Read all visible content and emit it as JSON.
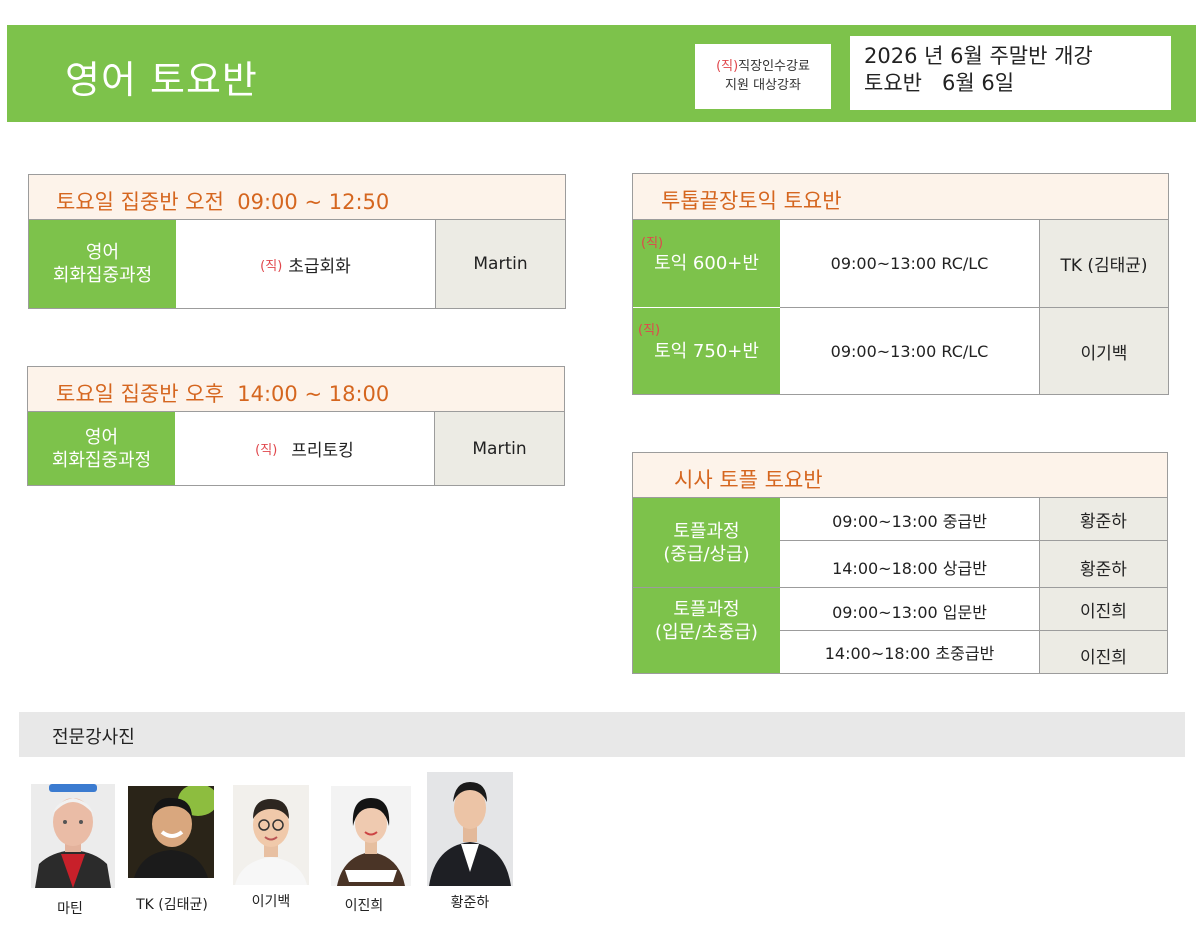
{
  "header": {
    "title": "영어 토요반",
    "support_mark": "(직)",
    "support_line1": "직장인수강료",
    "support_line2": "지원 대상강좌",
    "open_line1": "2026 년 6월 주말반 개강",
    "open_line2": "토요반   6월 6일"
  },
  "morning": {
    "title": "토요일 집중반 오전  09:00 ~ 12:50",
    "course": "영어\n회화집중과정",
    "mark": "(직)",
    "class_name": "초급회화",
    "teacher": "Martin"
  },
  "afternoon": {
    "title": "토요일 집중반 오후  14:00 ~ 18:00",
    "course": "영어\n회화집중과정",
    "mark": "(직)",
    "class_name": "프리토킹",
    "teacher": "Martin"
  },
  "toeic": {
    "title": "투톱끝장토익 토요반",
    "rows": [
      {
        "mark": "(직)",
        "course": "토익 600+반",
        "time": "09:00~13:00 RC/LC",
        "teacher": "TK (김태균)"
      },
      {
        "mark": "(직)",
        "course": "토익 750+반",
        "time": "09:00~13:00 RC/LC",
        "teacher": "이기백"
      }
    ]
  },
  "toefl": {
    "title": "시사 토플 토요반",
    "groups": [
      {
        "course": "토플과정\n(중급/상급)",
        "rows": [
          {
            "time": "09:00~13:00 중급반",
            "teacher": "황준하"
          },
          {
            "time": "14:00~18:00 상급반",
            "teacher": "황준하"
          }
        ]
      },
      {
        "course": "토플과정\n(입문/초중급)",
        "rows": [
          {
            "time": "09:00~13:00 입문반",
            "teacher": "이진희"
          },
          {
            "time": "14:00~18:00 초중급반",
            "teacher": "이진희"
          }
        ]
      }
    ]
  },
  "instructors": {
    "title": "전문강사진",
    "people": [
      {
        "name": "마틴"
      },
      {
        "name": "TK (김태균)"
      },
      {
        "name": "이기백"
      },
      {
        "name": "이진희"
      },
      {
        "name": "황준하"
      }
    ]
  },
  "colors": {
    "accent_green": "#7dc24b",
    "header_cream": "#fdf3ea",
    "title_orange": "#d5661f",
    "mark_red": "#e0474c",
    "teacher_grey": "#ecebe4"
  }
}
